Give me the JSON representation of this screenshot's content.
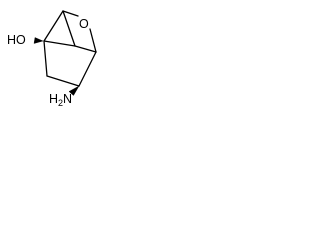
{
  "molecule": {
    "atoms": {
      "oxygen": "O",
      "hydroxyl_oxygen": "O",
      "hydroxyl_hydrogen": "H",
      "amine_hydrogen": "H",
      "amine_subscript": "2",
      "amine_nitrogen": "N"
    }
  }
}
